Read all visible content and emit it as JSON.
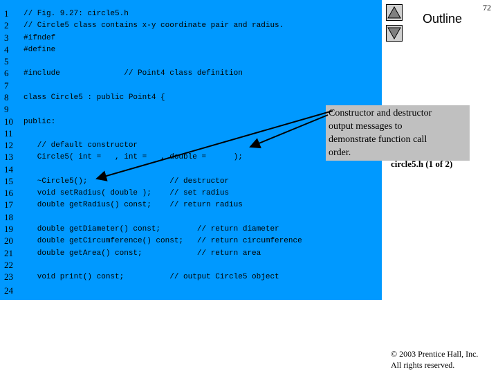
{
  "slide": {
    "page_number": "72",
    "outline_label": "Outline",
    "file_label": "circle5.h (1 of 2)",
    "callout_lines": [
      "Constructor and destructor",
      "output messages to",
      "demonstrate function call",
      "order."
    ],
    "copyright_lines": [
      "© 2003 Prentice Hall, Inc.",
      "All rights reserved."
    ],
    "icons": {
      "up": "triangle-up-icon",
      "down": "triangle-down-icon"
    },
    "colors": {
      "code_background": "#0099ff",
      "callout_background": "#c0c0c0",
      "nav_button": "#d0d0d0"
    }
  },
  "code_lines": [
    {
      "num": "1",
      "text": "// Fig. 9.27: circle5.h"
    },
    {
      "num": "2",
      "text": "// Circle5 class contains x-y coordinate pair and radius."
    },
    {
      "num": "3",
      "text": "#ifndef"
    },
    {
      "num": "4",
      "text": "#define"
    },
    {
      "num": "5",
      "text": ""
    },
    {
      "num": "6",
      "text": "#include              // Point4 class definition"
    },
    {
      "num": "7",
      "text": ""
    },
    {
      "num": "8",
      "text": "class Circle5 : public Point4 {"
    },
    {
      "num": "9",
      "text": ""
    },
    {
      "num": "10",
      "text": "public:"
    },
    {
      "num": "11",
      "text": ""
    },
    {
      "num": "12",
      "text": "   // default constructor"
    },
    {
      "num": "13",
      "text": "   Circle5( int =   , int =   , double =      );"
    },
    {
      "num": "14",
      "text": ""
    },
    {
      "num": "15",
      "text": "   ~Circle5();                  // destructor"
    },
    {
      "num": "16",
      "text": "   void setRadius( double );    // set radius"
    },
    {
      "num": "17",
      "text": "   double getRadius() const;    // return radius"
    },
    {
      "num": "18",
      "text": ""
    },
    {
      "num": "19",
      "text": "   double getDiameter() const;        // return diameter"
    },
    {
      "num": "20",
      "text": "   double getCircumference() const;   // return circumference"
    },
    {
      "num": "21",
      "text": "   double getArea() const;            // return area"
    },
    {
      "num": "22",
      "text": ""
    },
    {
      "num": "23",
      "text": "   void print() const;          // output Circle5 object"
    },
    {
      "num": "24",
      "text": ""
    }
  ]
}
